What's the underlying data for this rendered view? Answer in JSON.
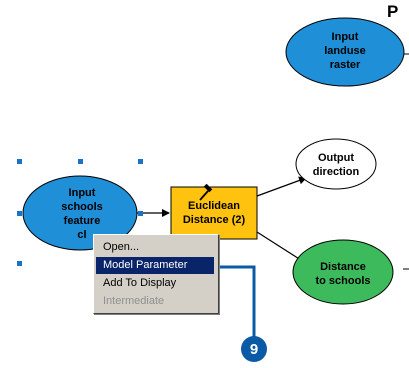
{
  "corner_label": "P",
  "nodes": {
    "input_landuse": {
      "lines": [
        "Input",
        "landuse",
        "raster"
      ],
      "fill": "#1f8fd8"
    },
    "input_schools": {
      "lines": [
        "Input",
        "schools",
        "feature",
        "cl"
      ],
      "fill": "#1f8fd8"
    },
    "euclidean_distance": {
      "lines": [
        "Euclidean",
        "Distance (2)"
      ],
      "fill": "#ffc20e"
    },
    "output_direction": {
      "lines": [
        "Output",
        "direction"
      ],
      "fill": "#ffffff"
    },
    "distance_to_schools": {
      "lines": [
        "Distance",
        "to schools"
      ],
      "fill": "#3dba5b"
    }
  },
  "context_menu": {
    "items": [
      {
        "label": "Open...",
        "state": "normal"
      },
      {
        "label": "Model Parameter",
        "state": "selected"
      },
      {
        "label": "Add To Display",
        "state": "normal"
      },
      {
        "label": "Intermediate",
        "state": "disabled"
      }
    ]
  },
  "callout": {
    "number": "9",
    "color": "#0b5aa6"
  },
  "colors": {
    "selection_handle": "#1a73c8",
    "selection_fill": "#1f8fd8",
    "menu_highlight": "#0a246a"
  }
}
